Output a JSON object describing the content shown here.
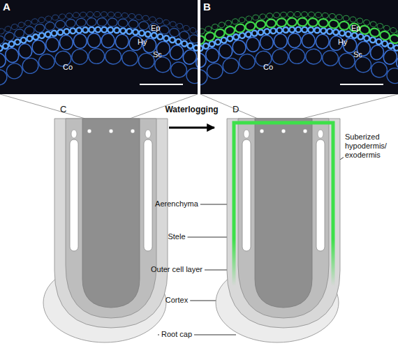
{
  "diagram": {
    "nodes": [
      {
        "text": [
          "A",
          "Ep",
          "Hy",
          "Sc",
          "Co"
        ]
      },
      {
        "text": [
          "B",
          "Ep",
          "Hy",
          "Sc",
          "Co"
        ]
      },
      {
        "text": [
          "C"
        ]
      },
      {
        "text": [
          "D"
        ]
      }
    ],
    "edges": [
      {
        "from": 2,
        "to": 3,
        "label": "Waterlogging",
        "arrow": "to"
      }
    ],
    "labels": [
      "Aerenchyma",
      "Stele",
      "Outer cell layer",
      "Cortex",
      "Root cap",
      "Suberized hypodermis/ exodermis"
    ]
  }
}
